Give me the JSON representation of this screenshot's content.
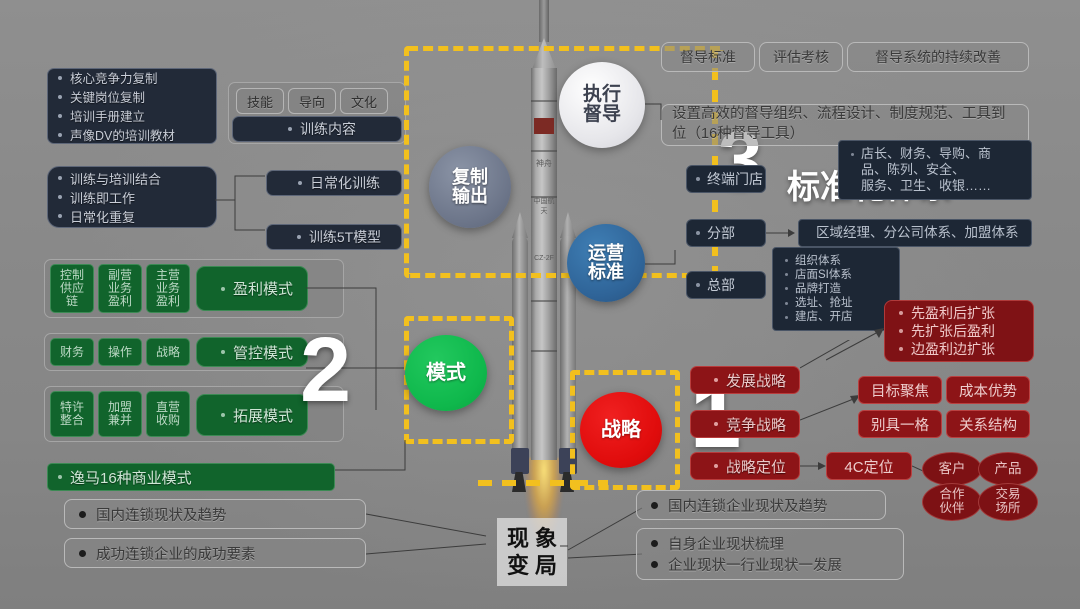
{
  "background_color": "#8a8a8a",
  "accent_colors": {
    "dashed_highlight": "#f2c01e",
    "green": "#0fb84c",
    "red": "#e00c0c",
    "blue": "#2f6498",
    "dark_navy": "#1d2735"
  },
  "sections": {
    "one": {
      "number": "1",
      "label": ""
    },
    "two": {
      "number": "2",
      "label": ""
    },
    "three": {
      "number": "3",
      "label": "标准化体系"
    }
  },
  "rocket": {
    "name": "rocket-illustration",
    "body_text_1": "神舟",
    "body_text_2": "中国航天",
    "body_text_3": "CZ-2F"
  },
  "center_circles": {
    "execute_supervise": "执行\n督导",
    "execute_supervise_line1": "执行",
    "execute_supervise_line2": "督导",
    "replicate_output_line1": "复制",
    "replicate_output_line2": "输出",
    "operation_standard_line1": "运营",
    "operation_standard_line2": "标准",
    "mode": "模式",
    "strategy": "战略"
  },
  "training_left": {
    "core_list": [
      "核心竞争力复制",
      "关键岗位复制",
      "培训手册建立",
      "声像DV的培训教材"
    ],
    "training_chips": [
      "技能",
      "导向",
      "文化"
    ],
    "training_content": "训练内容",
    "combo_list": [
      "训练与培训结合",
      "训练即工作",
      "日常化重复"
    ],
    "daily_training": "日常化训练",
    "training_5t": "训练5T模型"
  },
  "mode_green": {
    "rows": [
      {
        "chips": [
          "控制\n供应\n链",
          "副营\n业务\n盈利",
          "主营\n业务\n盈利"
        ],
        "chips_multiline": [
          [
            "控制",
            "供应",
            "链"
          ],
          [
            "副营",
            "业务",
            "盈利"
          ],
          [
            "主营",
            "业务",
            "盈利"
          ]
        ],
        "main": "盈利模式"
      },
      {
        "chips_multiline": [
          [
            "财务"
          ],
          [
            "操作"
          ],
          [
            "战略"
          ]
        ],
        "main": "管控模式"
      },
      {
        "chips_multiline": [
          [
            "特许",
            "整合"
          ],
          [
            "加盟",
            "兼并"
          ],
          [
            "直营",
            "收购"
          ]
        ],
        "main": "拓展模式"
      }
    ],
    "summary": "逸马16种商业模式"
  },
  "bottom_left_boxes": [
    "国内连锁现状及趋势",
    "成功连锁企业的成功要素"
  ],
  "bottom_center": {
    "phenomenon_line1": "现 象",
    "phenomenon_line2": "变 局",
    "boxes": [
      {
        "lines": [
          "国内连锁企业现状及趋势"
        ]
      },
      {
        "lines": [
          "自身企业现状梳理",
          "企业现状一行业现状一发展"
        ]
      }
    ]
  },
  "supervision_top": {
    "chips": [
      "督导标准",
      "评估考核",
      "督导系统的持续改善"
    ],
    "detail": "设置高效的督导组织、流程设计、制度规范、工具到位（16种督导工具）"
  },
  "standard_system": {
    "levels": [
      {
        "label": "终端门店",
        "detail_lines": [
          "店长、财务、导购、商",
          "品、陈列、安全、",
          "服务、卫生、收银……"
        ]
      },
      {
        "label": "分部",
        "detail_lines": [
          "区域经理、分公司体系、加盟体系"
        ]
      },
      {
        "label": "总部",
        "detail_lines": [
          "组织体系",
          "店面SI体系",
          "品牌打造",
          "选址、抢址",
          "建店、开店"
        ]
      }
    ]
  },
  "profit_expand": {
    "items": [
      "先盈利后扩张",
      "先扩张后盈利",
      "边盈利边扩张"
    ]
  },
  "strategy_right": {
    "main_items": [
      "发展战略",
      "竞争战略",
      "战略定位"
    ],
    "competition_chips": [
      "目标聚焦",
      "成本优势",
      "别具一格",
      "关系结构"
    ],
    "positioning": "4C定位",
    "four_c": [
      "客户",
      "产品",
      "合作\n伙伴",
      "交易\n场所"
    ],
    "four_c_lines": [
      [
        "客户"
      ],
      [
        "产品"
      ],
      [
        "合作",
        "伙伴"
      ],
      [
        "交易",
        "场所"
      ]
    ]
  }
}
